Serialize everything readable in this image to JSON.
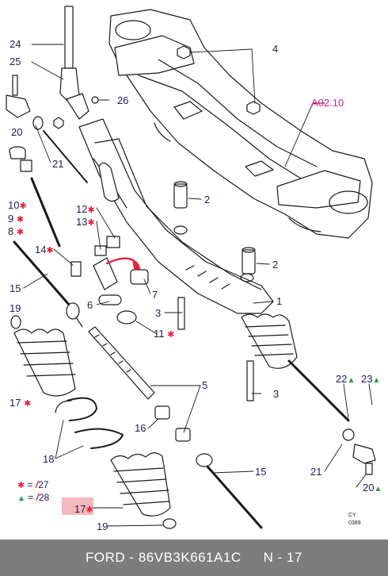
{
  "diagram": {
    "reference_code": "A02.10",
    "stamp_line1": "CY",
    "stamp_line2": "0389",
    "callouts": [
      {
        "id": "24",
        "text": "24"
      },
      {
        "id": "25",
        "text": "25"
      },
      {
        "id": "26",
        "text": "26"
      },
      {
        "id": "4",
        "text": "4"
      },
      {
        "id": "20a",
        "text": "20"
      },
      {
        "id": "21a",
        "text": "21"
      },
      {
        "id": "10",
        "text": "10"
      },
      {
        "id": "9",
        "text": "9"
      },
      {
        "id": "8",
        "text": "8"
      },
      {
        "id": "12",
        "text": "12"
      },
      {
        "id": "13",
        "text": "13"
      },
      {
        "id": "2a",
        "text": "2"
      },
      {
        "id": "2b",
        "text": "2"
      },
      {
        "id": "14",
        "text": "14"
      },
      {
        "id": "15a",
        "text": "15"
      },
      {
        "id": "19a",
        "text": "19"
      },
      {
        "id": "7",
        "text": "7"
      },
      {
        "id": "6",
        "text": "6"
      },
      {
        "id": "1",
        "text": "1"
      },
      {
        "id": "3a",
        "text": "3"
      },
      {
        "id": "11",
        "text": "11"
      },
      {
        "id": "17a",
        "text": "17"
      },
      {
        "id": "5",
        "text": "5"
      },
      {
        "id": "3b",
        "text": "3"
      },
      {
        "id": "22",
        "text": "22"
      },
      {
        "id": "23",
        "text": "23"
      },
      {
        "id": "16",
        "text": "16"
      },
      {
        "id": "18",
        "text": "18"
      },
      {
        "id": "15b",
        "text": "15"
      },
      {
        "id": "21b",
        "text": "21"
      },
      {
        "id": "20b",
        "text": "20"
      },
      {
        "id": "17b",
        "text": "17"
      },
      {
        "id": "19b",
        "text": "19"
      }
    ],
    "legend": [
      {
        "marker": "star",
        "value": "27"
      },
      {
        "marker": "triangle",
        "value": "28"
      }
    ]
  },
  "colors": {
    "label": "#1d1d5a",
    "reference": "#e0208a",
    "star": "#e8203a",
    "triangle": "#1fa23a",
    "footer_bg": "#7d7d7d",
    "highlight": "#f2a0a8"
  },
  "icons": {
    "star_marker": "asterisk",
    "triangle_marker": "triangle",
    "legend_slash": "slash"
  },
  "footer": {
    "part_label": "FORD - 86VB3K661A1C",
    "page_label": "N - 17"
  }
}
